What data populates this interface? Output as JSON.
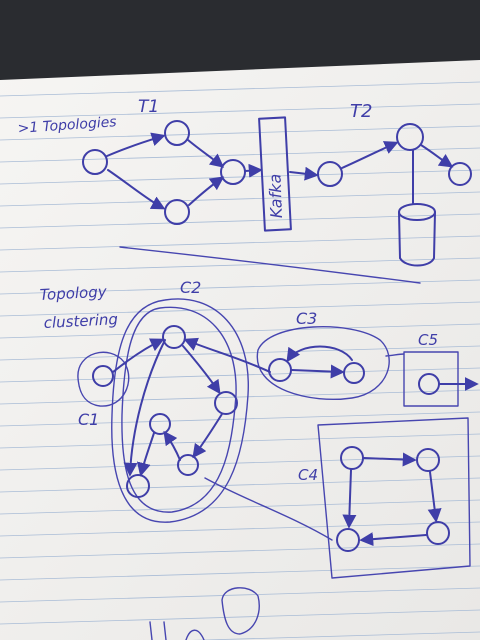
{
  "notes": {
    "heading": ">1 Topologies",
    "t1_label": "T1",
    "t2_label": "T2",
    "kafka_label": "Kafka",
    "clustering_heading_line1": "Topology",
    "clustering_heading_line2": "clustering",
    "c1_label": "C1",
    "c2_label": "C2",
    "c3_label": "C3",
    "c4_label": "C4",
    "c5_label": "C5"
  },
  "colors": {
    "ink": "#3f3ea8",
    "paper": "#f4f3f1",
    "background": "#2a2c30",
    "rule_lines": "#a9bcd6"
  }
}
